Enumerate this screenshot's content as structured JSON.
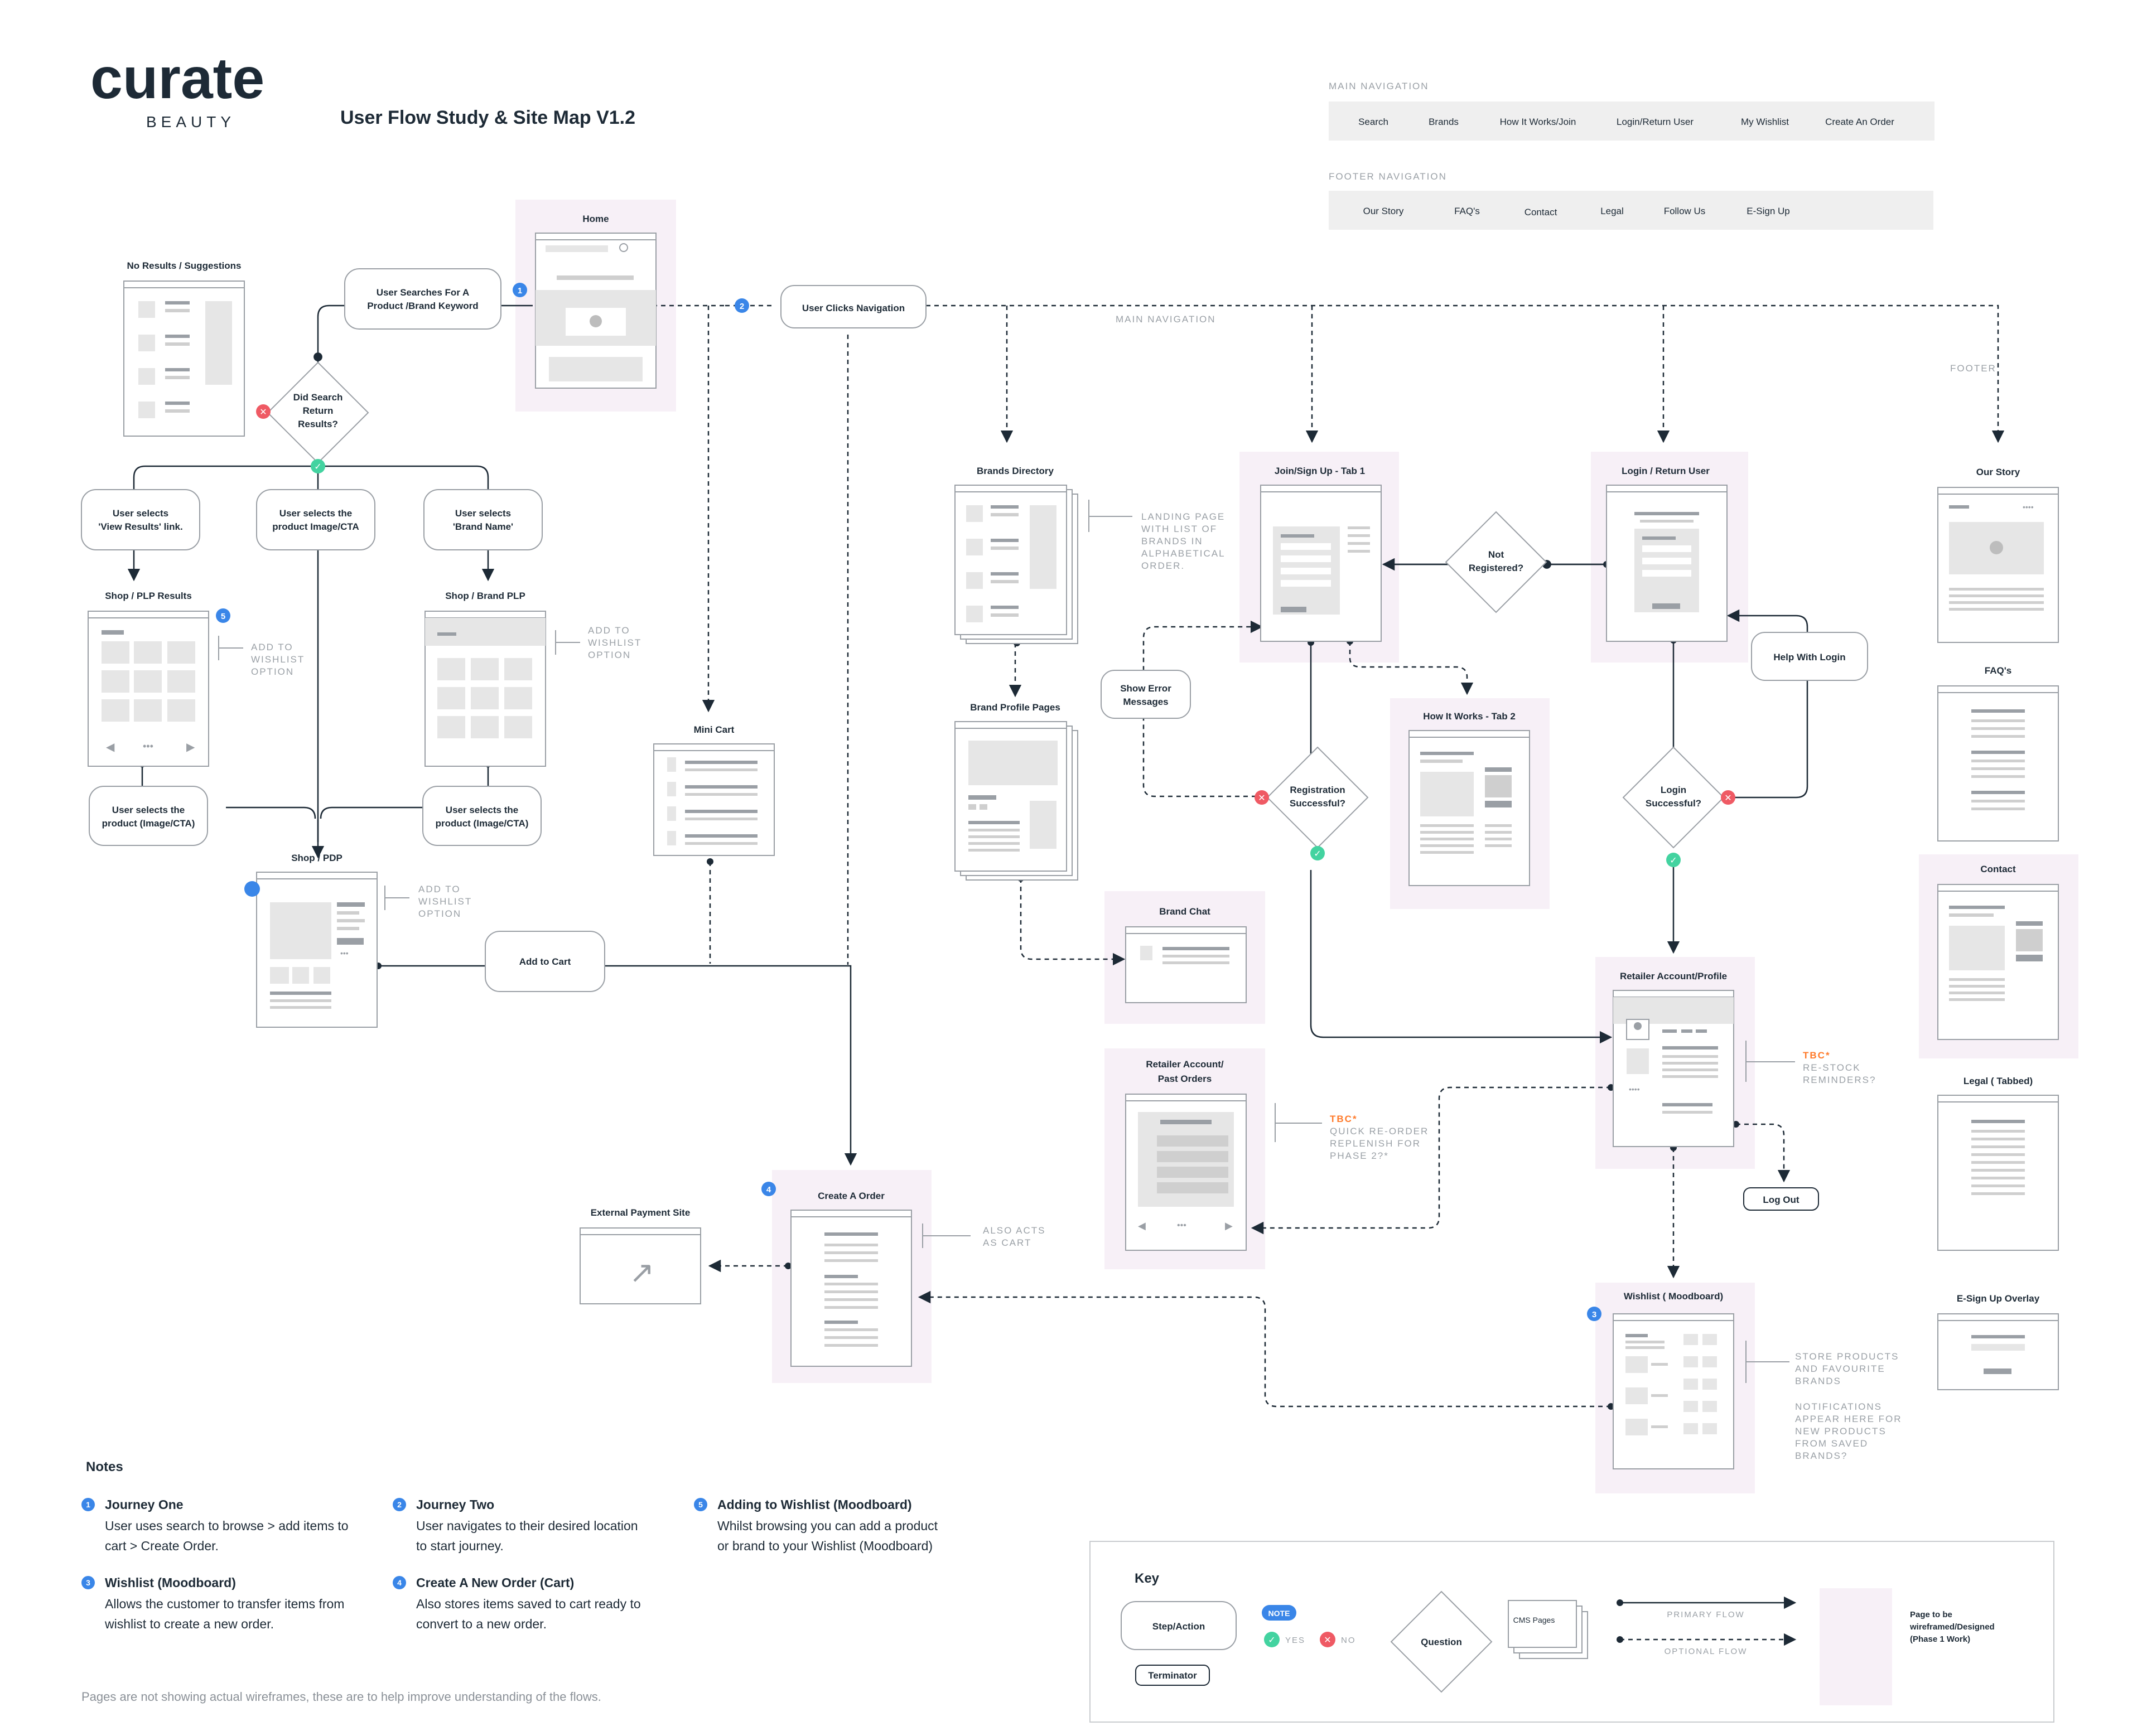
{
  "logo": {
    "word": "curate",
    "sub": "BEAUTY"
  },
  "doc_title": "User Flow Study & Site Map V1.2",
  "main_nav": {
    "title": "MAIN NAVIGATION",
    "items": [
      "Search",
      "Brands",
      "How It Works/Join",
      "Login/Return User",
      "My Wishlist",
      "Create An Order"
    ]
  },
  "footer_nav": {
    "title": "FOOTER NAVIGATION",
    "items": [
      "Our Story",
      "FAQ's",
      "Contact",
      "Legal",
      "Follow Us",
      "E-Sign Up"
    ]
  },
  "line_labels": {
    "main_navigation": "MAIN NAVIGATION",
    "footer": "FOOTER"
  },
  "pages": {
    "home": "Home",
    "no_results": "No Results / Suggestions",
    "plp_results": "Shop / PLP Results",
    "brand_plp": "Shop / Brand PLP",
    "pdp": "Shop / PDP",
    "mini_cart": "Mini Cart",
    "brands_directory": "Brands Directory",
    "brand_profile_pages": "Brand Profile Pages",
    "brand_chat": "Brand Chat",
    "retailer_past_orders_1": "Retailer Account/",
    "retailer_past_orders_2": "Past Orders",
    "join_signup": "Join/Sign Up - Tab 1",
    "how_it_works": "How It Works - Tab 2",
    "login": "Login / Return User",
    "retailer_profile": "Retailer Account/Profile",
    "wishlist": "Wishlist ( Moodboard)",
    "create_order": "Create A Order",
    "external_payment": "External Payment Site",
    "our_story": "Our Story",
    "faqs": "FAQ's",
    "contact": "Contact",
    "legal": "Legal ( Tabbed)",
    "esignup": "E-Sign Up Overlay"
  },
  "steps": {
    "search_1": "User Searches For A",
    "search_2": "Product /Brand Keyword",
    "clicks_nav": "User Clicks Navigation",
    "view_results_1": "User selects",
    "view_results_2": "'View Results' link.",
    "select_image_1": "User selects the",
    "select_image_2": "product Image/CTA",
    "brand_name_1": "User selects",
    "brand_name_2": "'Brand Name'",
    "plp_select_1": "User selects the",
    "plp_select_2": "product (Image/CTA)",
    "brand_select_1": "User selects the",
    "brand_select_2": "product (Image/CTA)",
    "add_to_cart": "Add to Cart",
    "show_error_1": "Show Error",
    "show_error_2": "Messages",
    "help_login": "Help With Login",
    "log_out": "Log Out"
  },
  "questions": {
    "search_1": "Did Search",
    "search_2": "Return",
    "search_3": "Results?",
    "not_reg_1": "Not",
    "not_reg_2": "Registered?",
    "reg_1": "Registration",
    "reg_2": "Successful?",
    "login_1": "Login",
    "login_2": "Successful?"
  },
  "annotations": {
    "landing": [
      "LANDING PAGE",
      "WITH LIST OF",
      "BRANDS IN",
      "ALPHABETICAL",
      "ORDER."
    ],
    "wish_plp": [
      "ADD TO",
      "WISHLIST",
      "OPTION"
    ],
    "wish_brand": [
      "ADD TO",
      "WISHLIST",
      "OPTION"
    ],
    "wish_pdp": [
      "ADD TO",
      "WISHLIST",
      "OPTION"
    ],
    "also_cart": [
      "ALSO ACTS",
      "AS CART"
    ],
    "tbc": "TBC*",
    "restock": [
      "RE-STOCK",
      "REMINDERS?"
    ],
    "reorder": [
      "QUICK RE-ORDER",
      "REPLENISH FOR",
      "PHASE 2?*"
    ],
    "store": [
      "STORE PRODUCTS",
      "AND FAVOURITE",
      "BRANDS"
    ],
    "notify": [
      "NOTIFICATIONS",
      "APPEAR HERE FOR",
      "NEW PRODUCTS",
      "FROM SAVED",
      "BRANDS?"
    ]
  },
  "markers": {
    "m1": "1",
    "m2": "2",
    "m3": "3",
    "m4": "4",
    "m5": "5"
  },
  "notes": {
    "title": "Notes",
    "items": [
      {
        "num": "1",
        "title": "Journey One",
        "l1": "User uses search to browse > add items to",
        "l2": "cart > Create Order."
      },
      {
        "num": "2",
        "title": "Journey Two",
        "l1": "User navigates to their desired location",
        "l2": "to start journey."
      },
      {
        "num": "5",
        "title": "Adding to Wishlist (Moodboard)",
        "l1": "Whilst browsing you can add a product",
        "l2": "or brand to your Wishlist (Moodboard)"
      },
      {
        "num": "3",
        "title": "Wishlist (Moodboard)",
        "l1": "Allows the customer to transfer items from",
        "l2": "wishlist to create a new order."
      },
      {
        "num": "4",
        "title": "Create A New Order (Cart)",
        "l1": "Also stores items saved to cart ready to",
        "l2": "convert to a new order."
      }
    ],
    "disclaimer": "Pages are not showing actual wireframes, these are to help improve understanding of the flows."
  },
  "key": {
    "title": "Key",
    "step": "Step/Action",
    "terminator": "Terminator",
    "note": "NOTE",
    "yes": "YES",
    "no": "NO",
    "question": "Question",
    "cms": "CMS Pages",
    "primary": "PRIMARY FLOW",
    "optional": "OPTIONAL FLOW",
    "page_1": "Page to be",
    "page_2": "wireframed/Designed",
    "page_3": "(Phase 1 Work)"
  },
  "colors": {
    "ink": "#1d2a36",
    "frame": "#9a9fa5",
    "fill": "#e6e6e6",
    "highlight": "#f7f0f7",
    "nav_bg": "#efefef",
    "blue": "#3a86e8",
    "green": "#43d3a0",
    "red": "#ef5a64",
    "orange": "#ff7a2a",
    "annotation": "#9aa0a6"
  }
}
